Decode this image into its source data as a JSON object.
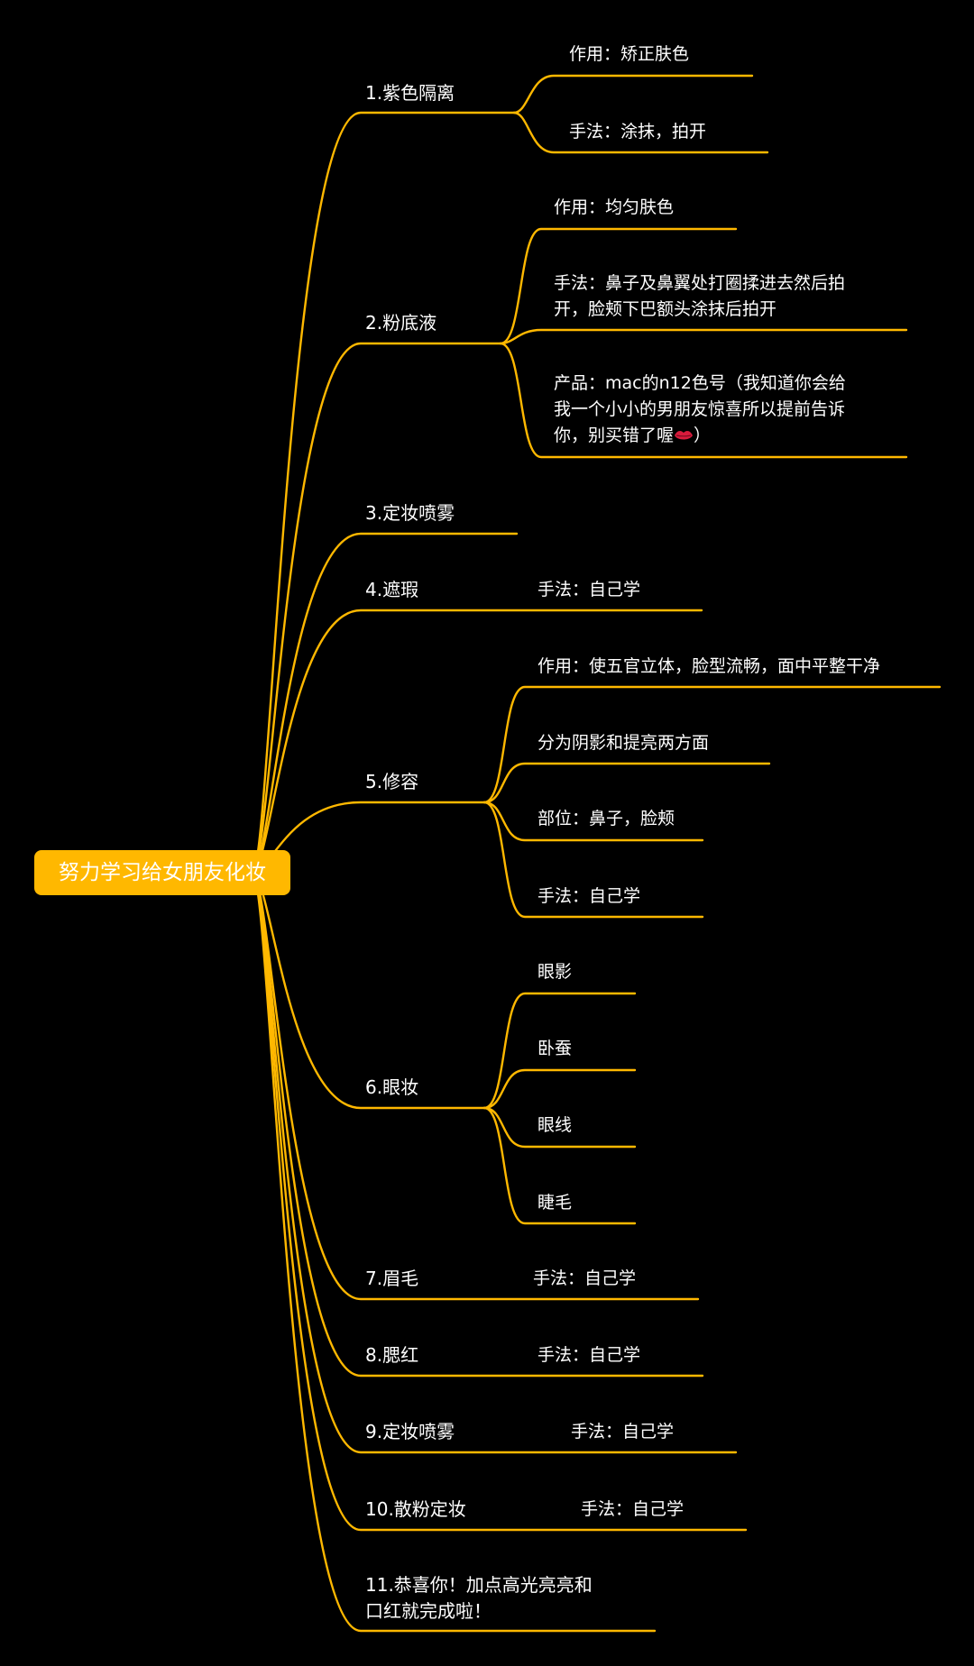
{
  "root": {
    "label": "努力学习给女朋友化妆"
  },
  "colors": {
    "background": "#000000",
    "line": "#ffb800",
    "root_fill": "#ffb800",
    "text": "#ffffff"
  },
  "branches": [
    {
      "label": "1.紫色隔离",
      "children": [
        "作用：矫正肤色",
        "手法：涂抹，拍开"
      ]
    },
    {
      "label": "2.粉底液",
      "children": [
        "作用：均匀肤色",
        "手法：鼻子及鼻翼处打圈揉进去然后拍开，脸颊下巴额头涂抹后拍开",
        "产品：mac的n12色号（我知道你会给我一个小小的男朋友惊喜所以提前告诉你，别买错了喔💋）"
      ]
    },
    {
      "label": "3.定妆喷雾",
      "children": []
    },
    {
      "label": "4.遮瑕",
      "children": [
        "手法：自己学"
      ]
    },
    {
      "label": "5.修容",
      "children": [
        "作用：使五官立体，脸型流畅，面中平整干净",
        "分为阴影和提亮两方面",
        "部位：鼻子，脸颊",
        "手法：自己学"
      ]
    },
    {
      "label": "6.眼妆",
      "children": [
        "眼影",
        "卧蚕",
        "眼线",
        "睫毛"
      ]
    },
    {
      "label": "7.眉毛",
      "children": [
        "手法：自己学"
      ]
    },
    {
      "label": "8.腮红",
      "children": [
        "手法：自己学"
      ]
    },
    {
      "label": "9.定妆喷雾",
      "children": [
        "手法：自己学"
      ]
    },
    {
      "label": "10.散粉定妆",
      "children": [
        "手法：自己学"
      ]
    },
    {
      "label": "11.恭喜你！加点高光亮亮和口红就完成啦！",
      "children": []
    }
  ],
  "display": {
    "b2_c1_line1": "手法：鼻子及鼻翼处打圈揉进去然后拍",
    "b2_c1_line2": "开，脸颊下巴额头涂抹后拍开",
    "b2_c2_line1": "产品：mac的n12色号（我知道你会给",
    "b2_c2_line2": "我一个小小的男朋友惊喜所以提前告诉",
    "b2_c2_line3": "你，别买错了喔",
    "b2_c2_tail": "）",
    "b11_line1": "11.恭喜你！加点高光亮亮和",
    "b11_line2": "口红就完成啦！"
  },
  "icons": {
    "kiss": "kiss-lips-icon"
  }
}
